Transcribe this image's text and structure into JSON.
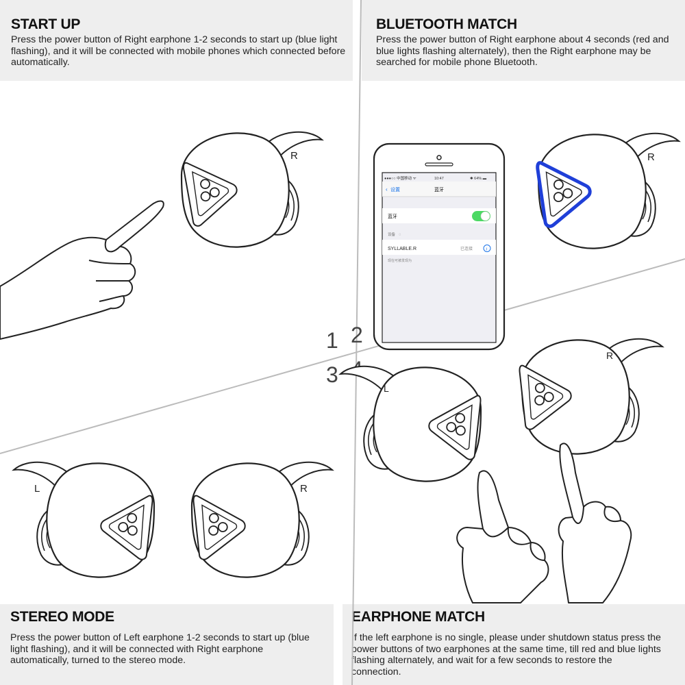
{
  "panels": {
    "start_up": {
      "title": "START UP",
      "desc": "Press the power button of Right earphone 1-2 seconds to start up (blue light flashing), and it will be connected with mobile phones which connected before automatically."
    },
    "bluetooth_match": {
      "title": "BLUETOOTH MATCH",
      "desc": "Press the power button of Right earphone about 4 seconds (red and blue lights flashing alternately), then the Right earphone may be searched for mobile phone Bluetooth."
    },
    "stereo_mode": {
      "title": "STEREO MODE",
      "desc": "Press the power button of Left earphone 1-2 seconds to start up (blue light flashing), and it will be connected with Right earphone automatically, turned to the stereo mode."
    },
    "earphone_match": {
      "title": "EARPHONE MATCH",
      "desc": "If the left earphone is no single, please under shutdown status press the power buttons of two earphones at the same time, till red and blue lights flashing alternately, and wait for a few seconds to restore the connection."
    }
  },
  "step_numbers": [
    "1",
    "2",
    "3",
    "4"
  ],
  "phone_screen": {
    "carrier": "●●●○○ 中国移动 ᯤ",
    "time": "10:47",
    "battery": "✱ 64% ▬",
    "back_label": "设置",
    "screen_title": "蓝牙",
    "bluetooth_label": "蓝牙",
    "devices_label": "设备",
    "device_name": "SYLLABLE.R",
    "device_status": "已连接",
    "footer_note": "现在可被发现为"
  },
  "earphone_side_labels": {
    "right": "R",
    "left": "L"
  },
  "colors": {
    "led_blue": "#1f3fd8",
    "phone_toggle": "#4cd964",
    "header_bg": "#eeeeee"
  }
}
